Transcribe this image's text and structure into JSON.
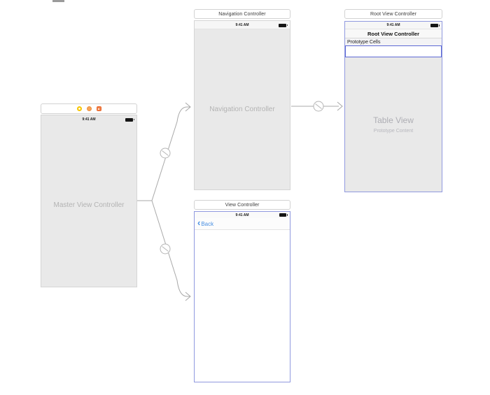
{
  "canvas": {
    "kind": "storyboard-canvas"
  },
  "scenes": {
    "master": {
      "status_time": "9:41 AM",
      "label": "Master View Controller",
      "dock_icons": [
        "view-controller-icon",
        "first-responder-icon",
        "exit-icon"
      ]
    },
    "navigation": {
      "dock_title": "Navigation Controller",
      "status_time": "9:41 AM",
      "label": "Navigation Controller"
    },
    "root": {
      "dock_title": "Root View Controller",
      "status_time": "9:41 AM",
      "nav_title": "Root View Controller",
      "prototype_header": "Prototype Cells",
      "table_label": "Table View",
      "table_sublabel": "Prototype Content"
    },
    "detail": {
      "dock_title": "View Controller",
      "status_time": "9:41 AM",
      "back_chevron": "‹",
      "back_label": "Back"
    }
  },
  "segues": {
    "master_to_navigation": "show-segue",
    "master_to_detail": "show-segue",
    "navigation_to_root": "root-view-controller-relationship"
  },
  "colors": {
    "selection_blue_border": "#9099df",
    "cell_blue_border": "#5d69d5",
    "scene_gray": "#e9e9e9",
    "ghost_text": "#b3b3b3",
    "back_blue": "#4a90e2",
    "wire_gray": "#a9a9a9",
    "dock_icon_yellow": "#f7c500",
    "dock_icon_orange": "#f5a55a",
    "dock_icon_red_orange": "#f08049"
  }
}
